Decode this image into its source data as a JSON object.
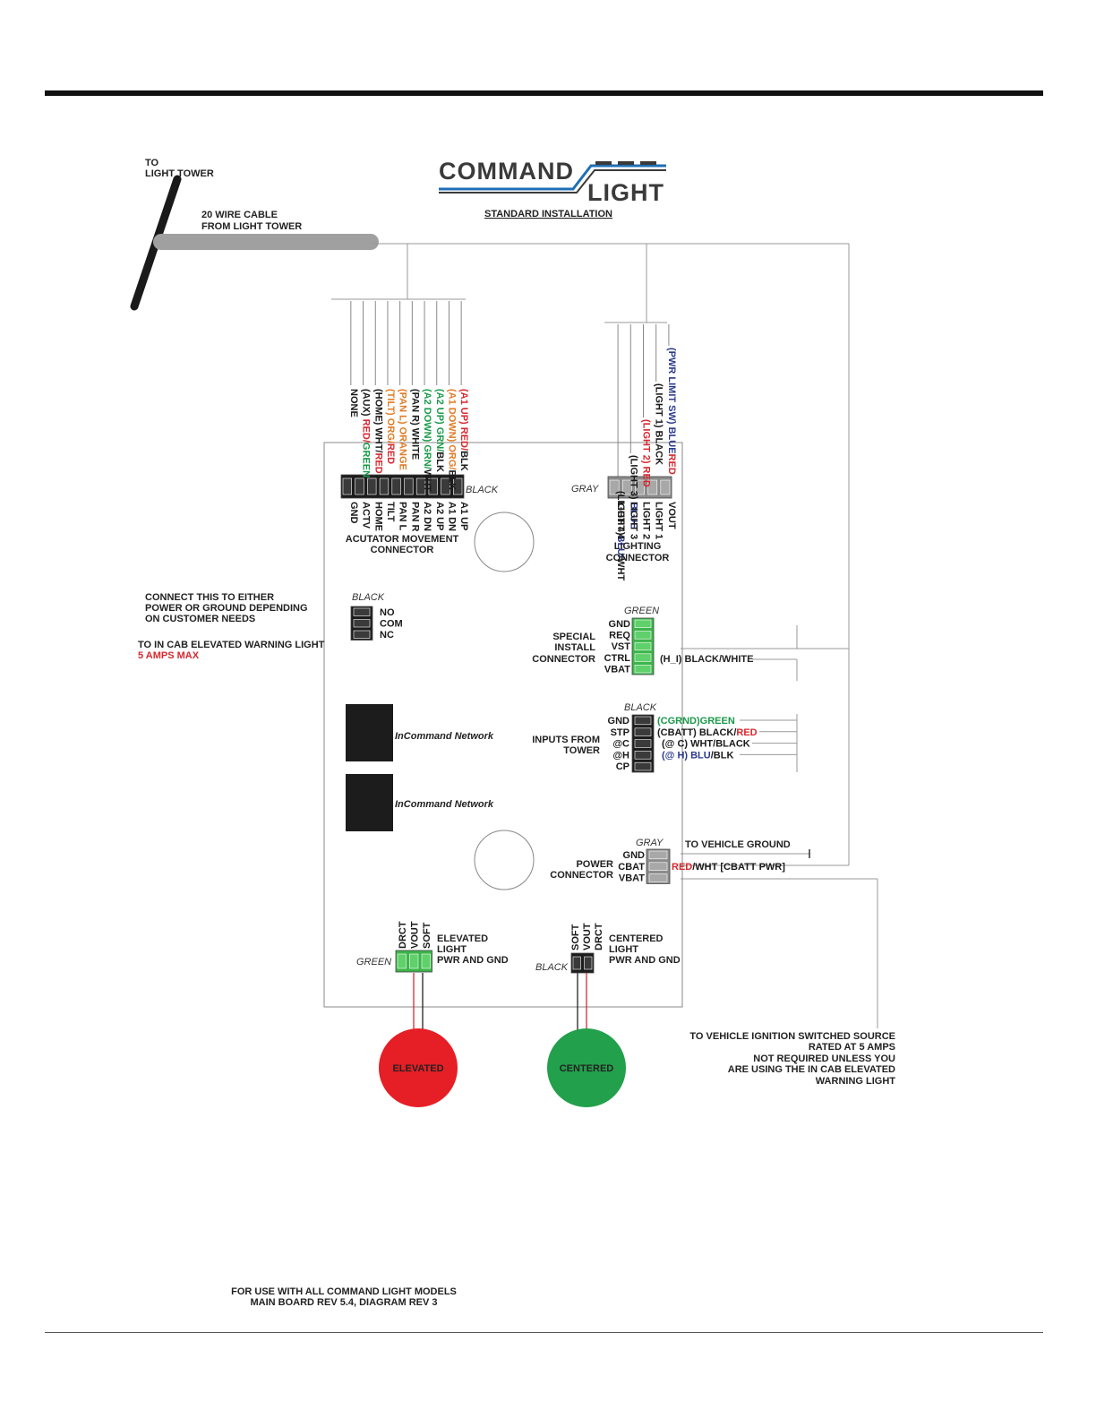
{
  "colors": {
    "black": "#1a1a1a",
    "red": "#d7282f",
    "green": "#1a9a4a",
    "orange": "#e07b24",
    "blue": "#2b3a8f",
    "gray": "#8c8c8c",
    "conn_green": "#3cb54a",
    "cable": "#a0a0a0",
    "elevated": "#e61e25",
    "centered": "#22a04b"
  },
  "logo": {
    "line1": "COMMAND",
    "line2": "LIGHT",
    "subtitle": "STANDARD INSTALLATION"
  },
  "tower": {
    "to_line1": "TO",
    "to_line2": "LIGHT TOWER",
    "cable_line1": "20 WIRE CABLE",
    "cable_line2": "FROM LIGHT TOWER"
  },
  "actuator": {
    "color_label": "BLACK",
    "title_line1": "ACUTATOR MOVEMENT",
    "title_line2": "CONNECTOR",
    "wires": [
      {
        "parts": [
          {
            "t": "(A1 UP) ",
            "c": "red"
          },
          {
            "t": "RED/",
            "c": "red"
          },
          {
            "t": "BLK",
            "c": "black"
          }
        ]
      },
      {
        "parts": [
          {
            "t": "(A1 DOWN) ",
            "c": "orange"
          },
          {
            "t": "ORG/",
            "c": "orange"
          },
          {
            "t": "BLK",
            "c": "black"
          }
        ]
      },
      {
        "parts": [
          {
            "t": "(A2 UP) ",
            "c": "green"
          },
          {
            "t": "GRN/",
            "c": "green"
          },
          {
            "t": "BLK",
            "c": "black"
          }
        ]
      },
      {
        "parts": [
          {
            "t": "(A2 DOWN) ",
            "c": "green"
          },
          {
            "t": "GRN/",
            "c": "green"
          },
          {
            "t": "WHT",
            "c": "black"
          }
        ]
      },
      {
        "parts": [
          {
            "t": "(PAN R) WHITE",
            "c": "black"
          }
        ]
      },
      {
        "parts": [
          {
            "t": "(PAN L) ORANGE",
            "c": "orange"
          }
        ]
      },
      {
        "parts": [
          {
            "t": "(TILT) ",
            "c": "orange"
          },
          {
            "t": "ORG/",
            "c": "orange"
          },
          {
            "t": "RED",
            "c": "red"
          }
        ]
      },
      {
        "parts": [
          {
            "t": "(HOME) WHT/",
            "c": "black"
          },
          {
            "t": "RED",
            "c": "red"
          }
        ]
      },
      {
        "parts": [
          {
            "t": "(AUX) ",
            "c": "black"
          },
          {
            "t": "RED/",
            "c": "red"
          },
          {
            "t": "GREEN",
            "c": "green"
          }
        ]
      },
      {
        "parts": [
          {
            "t": "NONE",
            "c": "black"
          }
        ]
      }
    ],
    "pins": [
      "A1 UP",
      "A1 DN",
      "A2 UP",
      "A2 DN",
      "PAN R",
      "PAN L",
      "TILT",
      "HOME",
      "ACTV",
      "GND"
    ]
  },
  "lighting": {
    "color_label": "GRAY",
    "title_line1": "LIGHTING",
    "title_line2": "CONNECTOR",
    "wires": [
      {
        "parts": [
          {
            "t": "(PWR LIMIT SW) ",
            "c": "blue"
          },
          {
            "t": "BLUE",
            "c": "blue"
          },
          {
            "t": "RED",
            "c": "red"
          }
        ]
      },
      {
        "parts": [
          {
            "t": "(LIGHT 1) BLACK",
            "c": "black"
          }
        ]
      },
      {
        "parts": [
          {
            "t": "(LIGHT 2) RED",
            "c": "red"
          }
        ]
      },
      {
        "parts": [
          {
            "t": "(LIGHT 3) ",
            "c": "black"
          },
          {
            "t": "BLUE",
            "c": "blue"
          }
        ]
      },
      {
        "parts": [
          {
            "t": "(LIGHT 4)",
            "c": "black"
          },
          {
            "t": "BLU/",
            "c": "blue"
          },
          {
            "t": "WHT",
            "c": "black"
          }
        ]
      }
    ],
    "pins": [
      "VOUT",
      "LIGHT 1",
      "LIGHT 2",
      "LIGHT 3",
      "LIGHT 4"
    ]
  },
  "relay": {
    "color_label": "BLACK",
    "pins": [
      "NO",
      "COM",
      "NC"
    ],
    "note_line1": "CONNECT THIS TO EITHER",
    "note_line2": "POWER OR GROUND DEPENDING",
    "note_line3": "ON CUSTOMER NEEDS",
    "warn_line1": "TO IN CAB ELEVATED WARNING LIGHT",
    "warn_line2": "5 AMPS MAX"
  },
  "special": {
    "color_label": "GREEN",
    "title_line1": "SPECIAL",
    "title_line2": "INSTALL",
    "title_line3": "CONNECTOR",
    "pins": [
      "GND",
      "REQ",
      "VST",
      "CTRL",
      "VBAT"
    ],
    "ctrl_wire": "(H_I) BLACK/WHITE"
  },
  "inputs": {
    "color_label": "BLACK",
    "title_line1": "INPUTS FROM",
    "title_line2": "TOWER",
    "pins": [
      "GND",
      "STP",
      "@C",
      "@H",
      "CP"
    ],
    "wires": [
      {
        "parts": [
          {
            "t": "(CGRND)GREEN",
            "c": "green"
          }
        ]
      },
      {
        "parts": [
          {
            "t": "(CBATT) BLACK/",
            "c": "black"
          },
          {
            "t": "RED",
            "c": "red"
          }
        ]
      },
      {
        "parts": [
          {
            "t": "(@ C) WHT/BLACK",
            "c": "black"
          }
        ]
      },
      {
        "parts": [
          {
            "t": "(@ H) ",
            "c": "blue"
          },
          {
            "t": "BLU",
            "c": "blue"
          },
          {
            "t": "/BLK",
            "c": "black"
          }
        ]
      }
    ]
  },
  "network": {
    "label1": "InCommand Network",
    "label2": "InCommand Network"
  },
  "power": {
    "color_label": "GRAY",
    "title_line1": "POWER",
    "title_line2": "CONNECTOR",
    "pins": [
      "GND",
      "CBAT",
      "VBAT"
    ],
    "ground_label": "TO VEHICLE GROUND",
    "cbat_parts": [
      {
        "t": "RED",
        "c": "red"
      },
      {
        "t": "/WHT [CBATT PWR]",
        "c": "black"
      }
    ],
    "ignition_line1": "TO VEHICLE IGNITION SWITCHED SOURCE",
    "ignition_line2": "RATED AT 5 AMPS",
    "ignition_line3": "NOT REQUIRED UNLESS YOU",
    "ignition_line4": "ARE USING THE IN CAB ELEVATED",
    "ignition_line5": "WARNING LIGHT"
  },
  "elevated": {
    "color_label": "GREEN",
    "pins": [
      "DRCT",
      "VOUT",
      "SOFT"
    ],
    "title_line1": "ELEVATED",
    "title_line2": "LIGHT",
    "title_line3": "PWR AND GND",
    "lamp": "ELEVATED"
  },
  "centered": {
    "color_label": "BLACK",
    "pins": [
      "SOFT",
      "VOUT",
      "DRCT"
    ],
    "title_line1": "CENTERED",
    "title_line2": "LIGHT",
    "title_line3": "PWR AND GND",
    "lamp": "CENTERED"
  },
  "footer": {
    "line1": "FOR USE WITH ALL COMMAND LIGHT MODELS",
    "line2": "MAIN BOARD REV 5.4, DIAGRAM REV 3"
  }
}
